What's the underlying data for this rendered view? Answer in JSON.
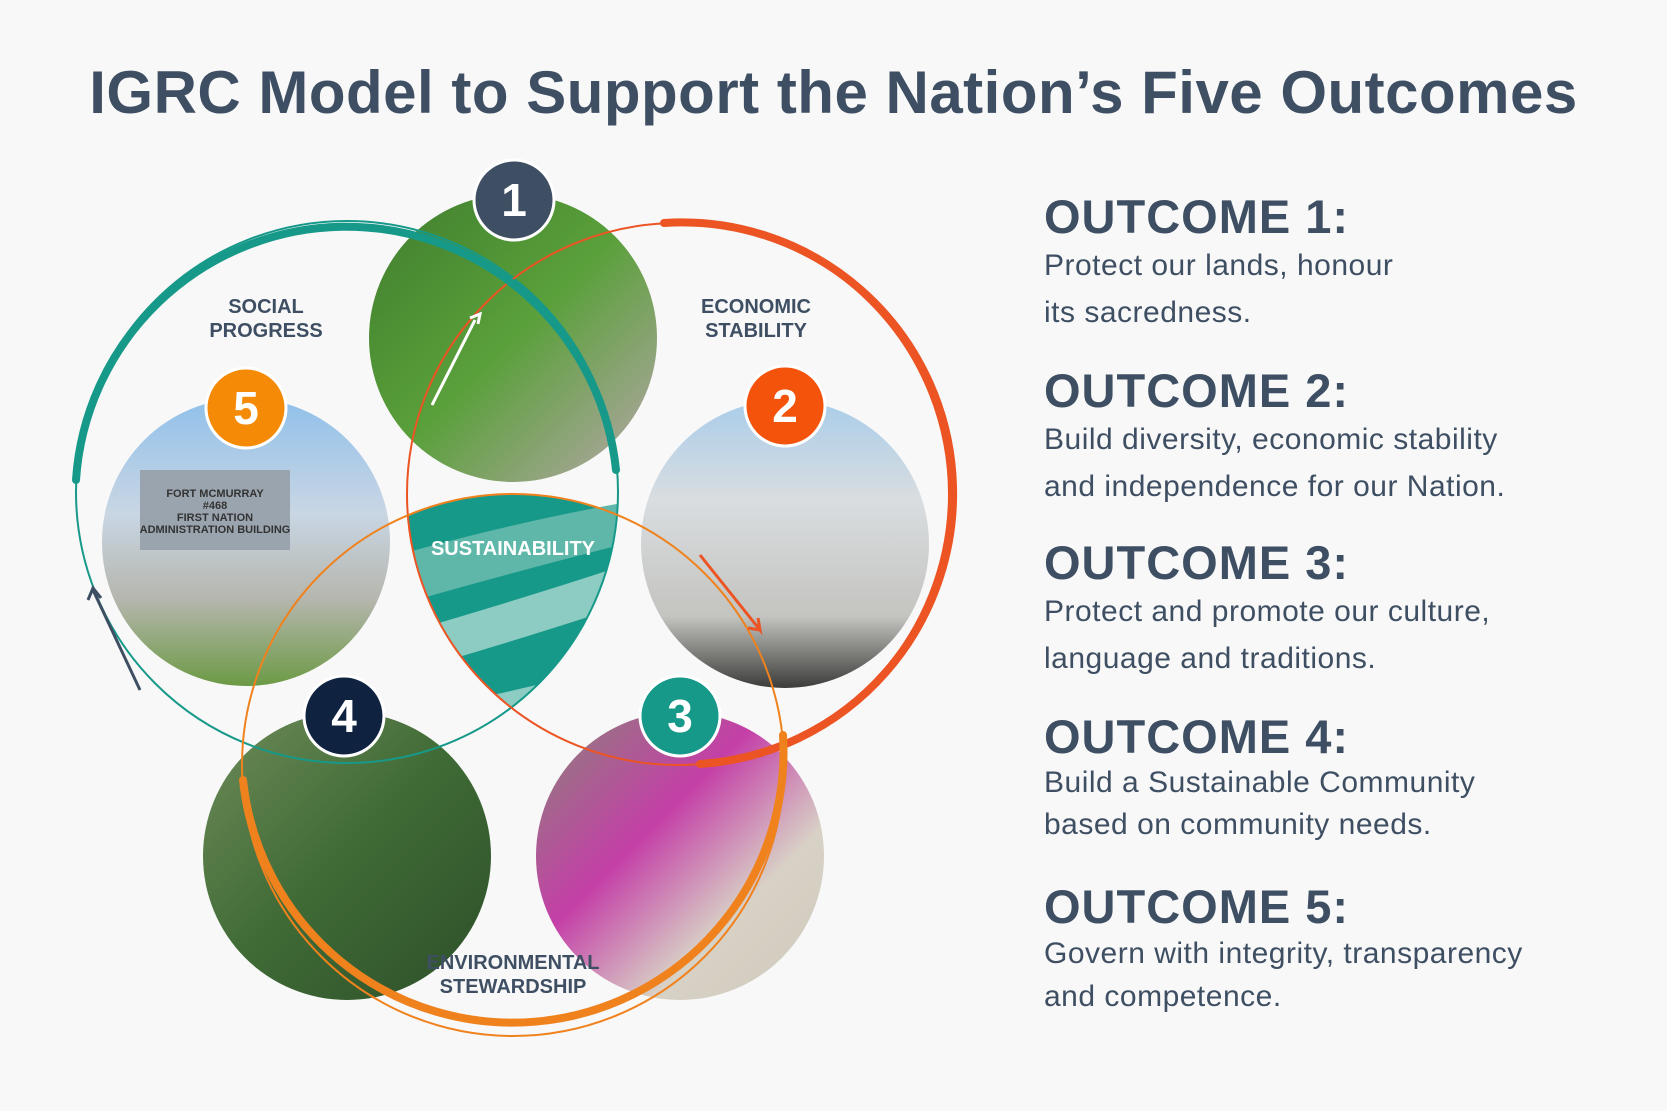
{
  "title": "IGRC Model to Support the Nation’s Five Outcomes",
  "diagram": {
    "labels": {
      "social": [
        "SOCIAL",
        "PROGRESS"
      ],
      "economic": [
        "ECONOMIC",
        "STABILITY"
      ],
      "environmental": [
        "ENVIRONMENTAL",
        "STEWARDSHIP"
      ],
      "center": "SUSTAINABILITY"
    },
    "badges": [
      "1",
      "2",
      "3",
      "4",
      "5"
    ],
    "building_sign": [
      "FORT MCMURRAY",
      "#468",
      "FIRST NATION",
      "ADMINISTRATION BUILDING"
    ],
    "colors": {
      "teal": "#17998a",
      "red_orange": "#ec5423",
      "orange": "#f0821e",
      "navy": "#0f2340",
      "slate": "#3f4f63",
      "badge2": "#f4530c",
      "badge5": "#f58a06"
    }
  },
  "outcomes": [
    {
      "heading": "OUTCOME 1:",
      "lines": [
        "Protect our lands, honour",
        "its sacredness."
      ]
    },
    {
      "heading": "OUTCOME 2:",
      "lines": [
        "Build diversity, economic stability",
        "and independence for our Nation."
      ]
    },
    {
      "heading": "OUTCOME 3:",
      "lines": [
        "Protect and promote our culture,",
        "language and traditions."
      ]
    },
    {
      "heading": "OUTCOME 4:",
      "lines": [
        "Build a Sustainable Community",
        "based on community needs."
      ]
    },
    {
      "heading": "OUTCOME 5:",
      "lines": [
        "Govern with integrity, transparency",
        "and competence."
      ]
    }
  ]
}
